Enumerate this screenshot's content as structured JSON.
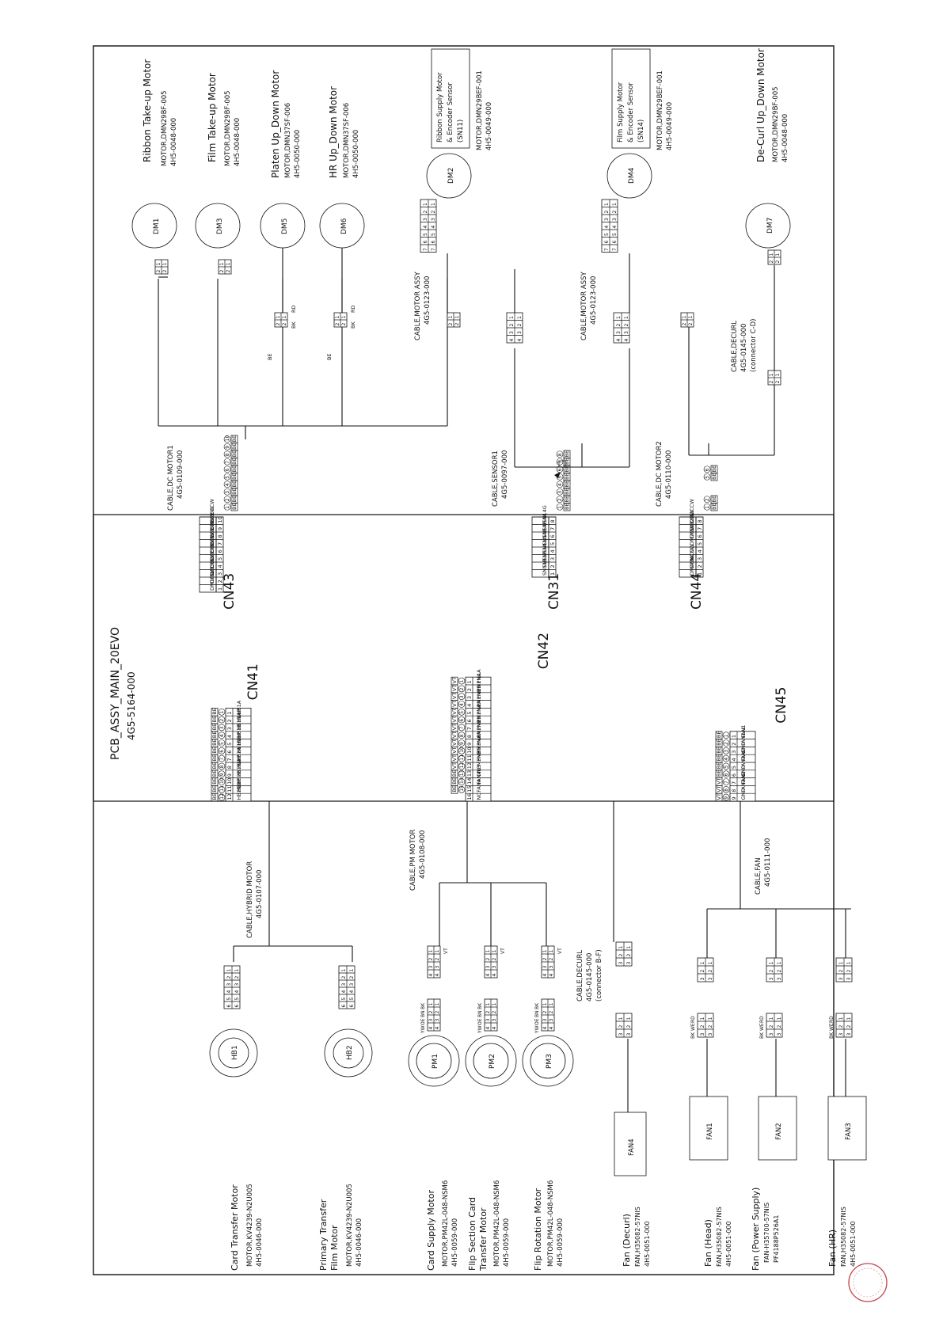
{
  "pcb": {
    "name": "PCB_ASSY_MAIN_20EVO",
    "part": "4G5-5164-000"
  },
  "connectors": {
    "CN41": {
      "label": "CN41",
      "signals": [
        "HB1A",
        "HB1P",
        "HB1NA",
        "HB1B",
        "HB1P",
        "HB1NB",
        "HB2A",
        "HB2P",
        "HB2NA",
        "HB2B",
        "HB2P",
        "HB2NB"
      ],
      "wires": [
        "BE",
        "BE",
        "BE",
        "BE",
        "BE",
        "BE",
        "BE",
        "BE",
        "BE",
        "BE",
        "BE",
        "BE"
      ]
    },
    "CN42": {
      "label": "CN42",
      "signals": [
        "PM1A",
        "PM1NA",
        "PM1B",
        "PM1NB",
        "PM2A",
        "PM2NA",
        "PM2B",
        "PM2NB",
        "PM3A",
        "PM3NA",
        "PM3B",
        "PM3NB",
        "GND",
        "FAN4L",
        "FAN4",
        "NC"
      ],
      "wires": [
        "VT",
        "VT",
        "VT",
        "VT",
        "VT",
        "VT",
        "VT",
        "VT",
        "VT",
        "VT",
        "VT",
        "VT",
        "BE",
        "BE",
        "BE",
        ""
      ]
    },
    "CN45": {
      "label": "CN45",
      "signals": [
        "FAN1",
        "FAN1AL",
        "GND",
        "FAN2",
        "FAN2AL",
        "GND",
        "FAN3",
        "FAN3AL",
        "GND"
      ],
      "wires": [
        "BE",
        "BE",
        "BE",
        "BE",
        "BE",
        "BE",
        "VT",
        "VT",
        "VT"
      ]
    },
    "CN43": {
      "label": "CN43",
      "signals": [
        "DM1CW",
        "DM1CCW",
        "DM3CW",
        "DM3CCW",
        "DM5CW",
        "DM5CW",
        "DM6CCW",
        "DM6CW",
        "DM6CCW",
        "DM6CCW"
      ],
      "wires": [
        "BE",
        "BE",
        "BE",
        "BE",
        "BE",
        "BE",
        "BE",
        "BE",
        "BE",
        "BE"
      ]
    },
    "CN31": {
      "label": "CN31",
      "signals": [
        "SN11B",
        "SN11P",
        "SN11A",
        "SN11G",
        "SN14B",
        "SN14P",
        "SN14A",
        "SN14G"
      ],
      "wires": [
        "BE",
        "BE",
        "BE",
        "BE",
        "BE",
        "BE",
        "BE",
        "BE"
      ]
    },
    "CN44": {
      "label": "CN44",
      "signals": [
        "DM4CW",
        "DM4CCW",
        "NC",
        "NC",
        "DM7CW",
        "DM7CCW",
        "DM2CW",
        "DM2CCW"
      ],
      "wires": [
        "BE",
        "BE",
        "",
        "",
        "BE",
        "BE",
        "",
        ""
      ]
    }
  },
  "cables": {
    "hybrid": {
      "name": "CABLE,HYBRID MOTOR",
      "part": "4G5-0107-000"
    },
    "pm": {
      "name": "CABLE,PM MOTOR",
      "part": "4G5-0108-000"
    },
    "fan": {
      "name": "CABLE,FAN",
      "part": "4G5-0111-000"
    },
    "dc1": {
      "name": "CABLE,DC MOTOR1",
      "part": "4G5-0109-000"
    },
    "sensor1": {
      "name": "CABLE,SENSOR1",
      "part": "4G5-0097-000"
    },
    "dc2": {
      "name": "CABLE,DC MOTOR2",
      "part": "4G5-0110-000"
    },
    "motorassy1": {
      "name": "CABLE,MOTOR ASSY",
      "part": "4G5-0123-000"
    },
    "motorassy2": {
      "name": "CABLE,MOTOR ASSY",
      "part": "4G5-0123-000"
    },
    "decurl_top": {
      "name": "CABLE,DECURL",
      "part": "4G5-0145-000",
      "note": "(connector C-D)"
    },
    "decurl_bot": {
      "name": "CABLE,DECURL",
      "part": "4G5-0145-000",
      "note": "(connector B-F)"
    }
  },
  "components": {
    "dm1": {
      "id": "DM1",
      "title": "Ribbon Take-up Motor",
      "model": "MOTOR,DMN29BF-005",
      "part": "4H5-0048-000"
    },
    "dm3": {
      "id": "DM3",
      "title": "Film Take-up Motor",
      "model": "MOTOR,DMN29BF-005",
      "part": "4H5-0048-000"
    },
    "dm5": {
      "id": "DM5",
      "title": "Platen Up_Down Motor",
      "model": "MOTOR,DMN37SF-006",
      "part": "4H5-0050-000"
    },
    "dm6": {
      "id": "DM6",
      "title": "HR Up_Down Motor",
      "model": "MOTOR,DMN37SF-006",
      "part": "4H5-0050-000"
    },
    "dm2": {
      "id": "DM2",
      "box": [
        "Ribbon Supply Motor",
        "& Encoder Sensor",
        "(SN11)"
      ],
      "model": "MOTOR,DMN29BEF-001",
      "part": "4H5-0049-000"
    },
    "dm4": {
      "id": "DM4",
      "box": [
        "Film Supply Motor",
        "& Encoder Sensor",
        "(SN14)"
      ],
      "model": "MOTOR,DMN29BEF-001",
      "part": "4H5-0049-000"
    },
    "dm7": {
      "id": "DM7",
      "title": "De-Curl Up_Down Motor",
      "model": "MOTOR,DMN29BF-005",
      "part": "4H5-0048-000"
    },
    "hb1": {
      "id": "HB1",
      "title": [
        "Card Transfer Motor"
      ],
      "model": "MOTOR,KV4239-N2U005",
      "part": "4H5-0046-000"
    },
    "hb2": {
      "id": "HB2",
      "title": [
        "Primary Transfer",
        "Film Motor"
      ],
      "model": "MOTOR,KV4239-N2U005",
      "part": "4H5-0046-000"
    },
    "pm1": {
      "id": "PM1",
      "title": [
        "Card Supply Motor"
      ],
      "model": "MOTOR,PM42L-048-NSM6",
      "part": "4H5-0059-000"
    },
    "pm2": {
      "id": "PM2",
      "title": [
        "Flip Section Card",
        "Transfer Motor"
      ],
      "model": "MOTOR,PM42L-048-NSM6",
      "part": "4H5-0059-000"
    },
    "pm3": {
      "id": "PM3",
      "title": [
        "Flip Rotation Motor"
      ],
      "model": "MOTOR,PM42L-048-NSM6",
      "part": "4H5-0059-000"
    },
    "fan4": {
      "id": "FAN4",
      "title": "Fan (Decurl)",
      "model": "FAN,H35082-57NIS",
      "part": "4H5-0051-000"
    },
    "fan1": {
      "id": "FAN1",
      "title": "Fan (Head)",
      "model": "FAN,H35082-57NIS",
      "part": "4H5-0051-000"
    },
    "fan2": {
      "id": "FAN2",
      "title": "Fan (Power Supply)",
      "model": "FAN-H35700-57NIS",
      "part": "PF4188P526A1"
    },
    "fan3": {
      "id": "FAN3",
      "title": "Fan (HR)",
      "model": "FAN,H35082-57NIS",
      "part": "4H5-0051-000"
    }
  },
  "wire_labels": {
    "fan": [
      "RD",
      "WE",
      "BK"
    ],
    "pm": [
      "BK",
      "BN",
      "OE",
      "YW"
    ],
    "pm_out": "VT",
    "dc_in": "BE",
    "dc_pair": [
      "RD",
      "BK"
    ],
    "vt": "VT",
    "be": "BE"
  }
}
